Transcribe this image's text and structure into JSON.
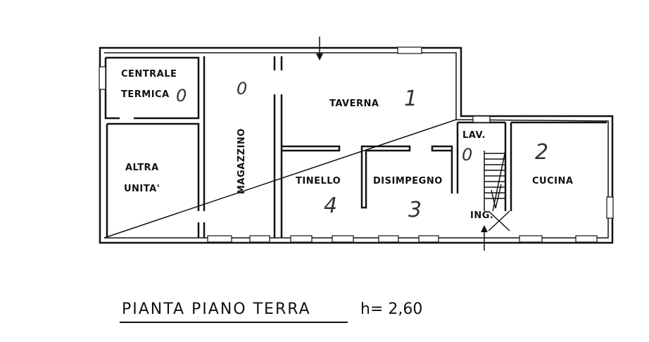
{
  "rooms": {
    "centrale_termica": {
      "line1": "CENTRALE",
      "line2": "TERMICA",
      "note": "0"
    },
    "altra_unita": {
      "line1": "ALTRA",
      "line2": "UNITA'"
    },
    "magazzino": {
      "label": "MAGAZZINO",
      "note": "0"
    },
    "taverna": {
      "label": "TAVERNA",
      "note": "1"
    },
    "tinello": {
      "label": "TINELLO",
      "note": "4"
    },
    "disimpegno": {
      "label": "DISIMPEGNO",
      "note": "3"
    },
    "lav": {
      "label": "LAV.",
      "note": "0"
    },
    "ing": {
      "label": "ING."
    },
    "cucina": {
      "label": "CUCINA",
      "note": "2"
    }
  },
  "caption": {
    "title": "PIANTA  PIANO  TERRA",
    "height": "h= 2,60"
  }
}
